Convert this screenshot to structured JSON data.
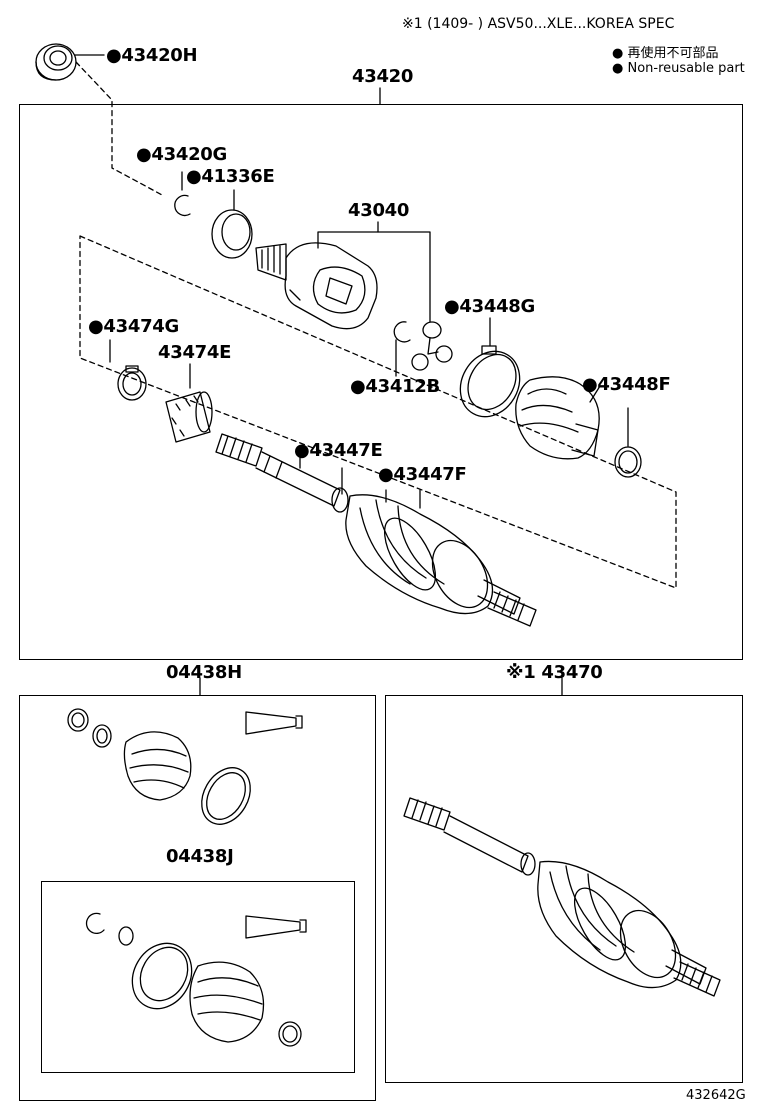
{
  "header": {
    "spec_note": "※1 (1409-      ) ASV50...XLE...KOREA SPEC",
    "legend_cn": "● 再使用不可部品",
    "legend_en": "● Non-reusable part"
  },
  "assembly_main": {
    "number": "43420",
    "parts": {
      "p43420H": "●43420H",
      "p43420G": "●43420G",
      "p41336E": "●41336E",
      "p43040": "43040",
      "p43474G": "●43474G",
      "p43474E": "43474E",
      "p43448G": "●43448G",
      "p43412B": "●43412B",
      "p43448F": "●43448F",
      "p43447E": "●43447E",
      "p43447F": "●43447F"
    }
  },
  "kit_outer": {
    "number": "04438H"
  },
  "kit_inner": {
    "number": "04438J"
  },
  "assembly_alt": {
    "number": "※1 43470"
  },
  "footer": {
    "diagram_id": "432642G"
  }
}
